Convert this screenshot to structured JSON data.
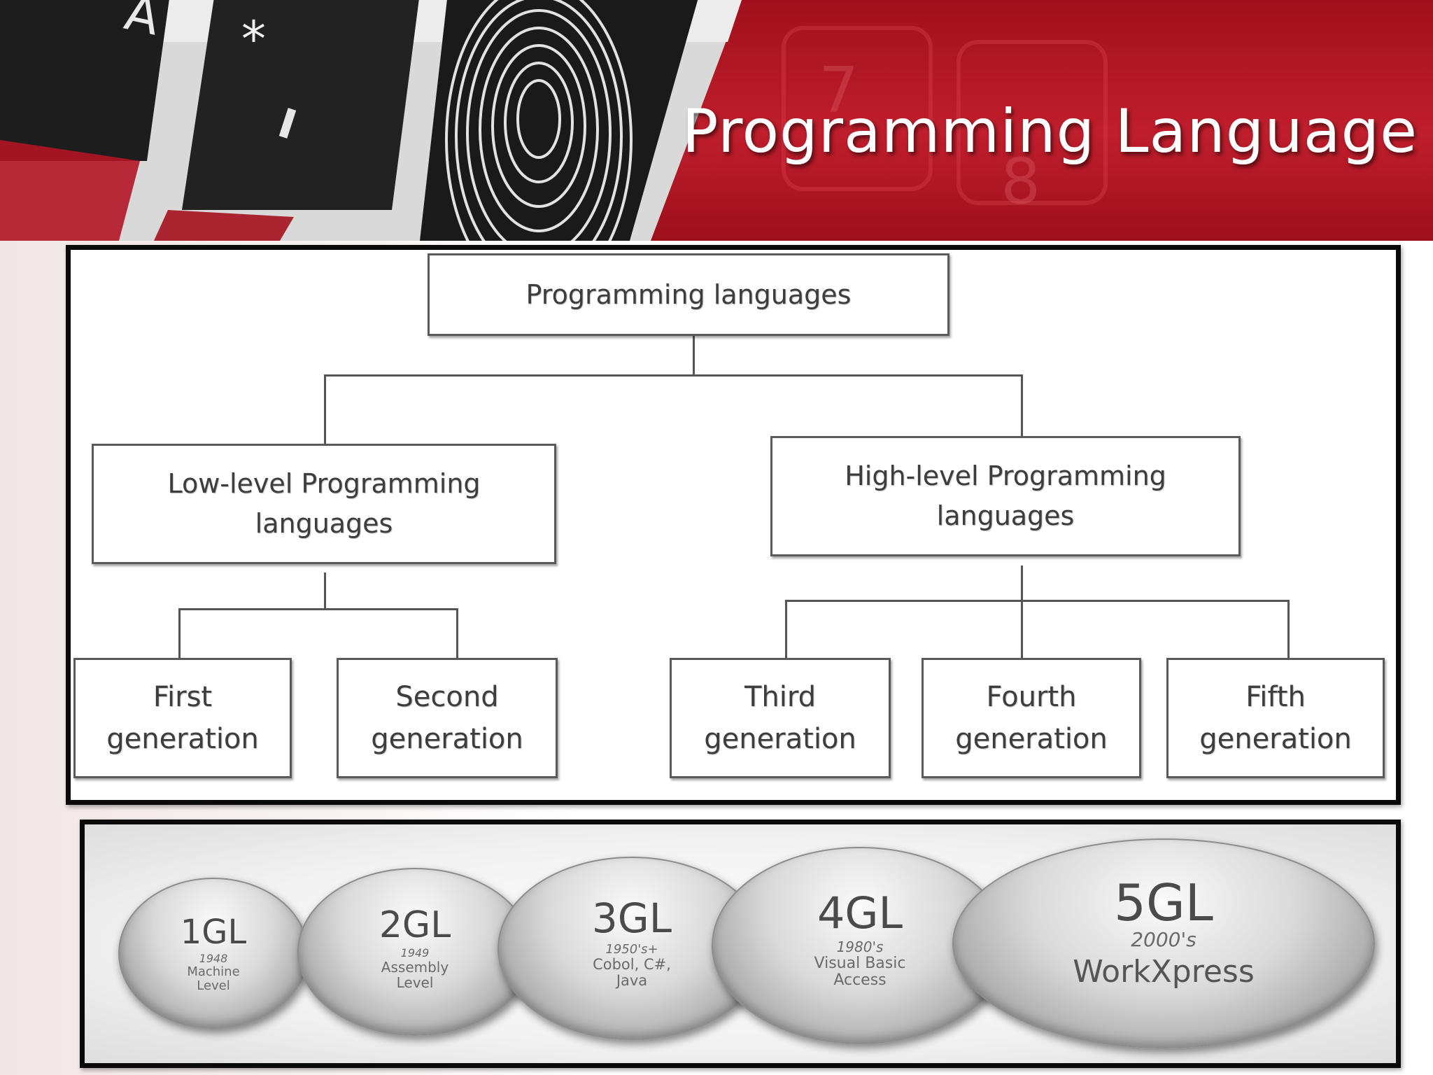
{
  "slide": {
    "title": "Programming Language"
  },
  "diagram": {
    "root": "Programming languages",
    "low_level": {
      "line1": "Low-level Programming",
      "line2": "languages"
    },
    "high_level": {
      "line1": "High-level Programming",
      "line2": "languages"
    },
    "generations": [
      {
        "line1": "First",
        "line2": "generation"
      },
      {
        "line1": "Second",
        "line2": "generation"
      },
      {
        "line1": "Third",
        "line2": "generation"
      },
      {
        "line1": "Fourth",
        "line2": "generation"
      },
      {
        "line1": "Fifth",
        "line2": "generation"
      }
    ]
  },
  "levels": [
    {
      "gl": "1GL",
      "year": "1948",
      "desc1": "Machine",
      "desc2": "Level"
    },
    {
      "gl": "2GL",
      "year": "1949",
      "desc1": "Assembly",
      "desc2": "Level"
    },
    {
      "gl": "3GL",
      "year": "1950's+",
      "desc1": "Cobol, C#,",
      "desc2": "Java"
    },
    {
      "gl": "4GL",
      "year": "1980's",
      "desc1": "Visual Basic",
      "desc2": "Access"
    },
    {
      "gl": "5GL",
      "year": "2000's",
      "desc1": "WorkXpress",
      "desc2": ""
    }
  ]
}
